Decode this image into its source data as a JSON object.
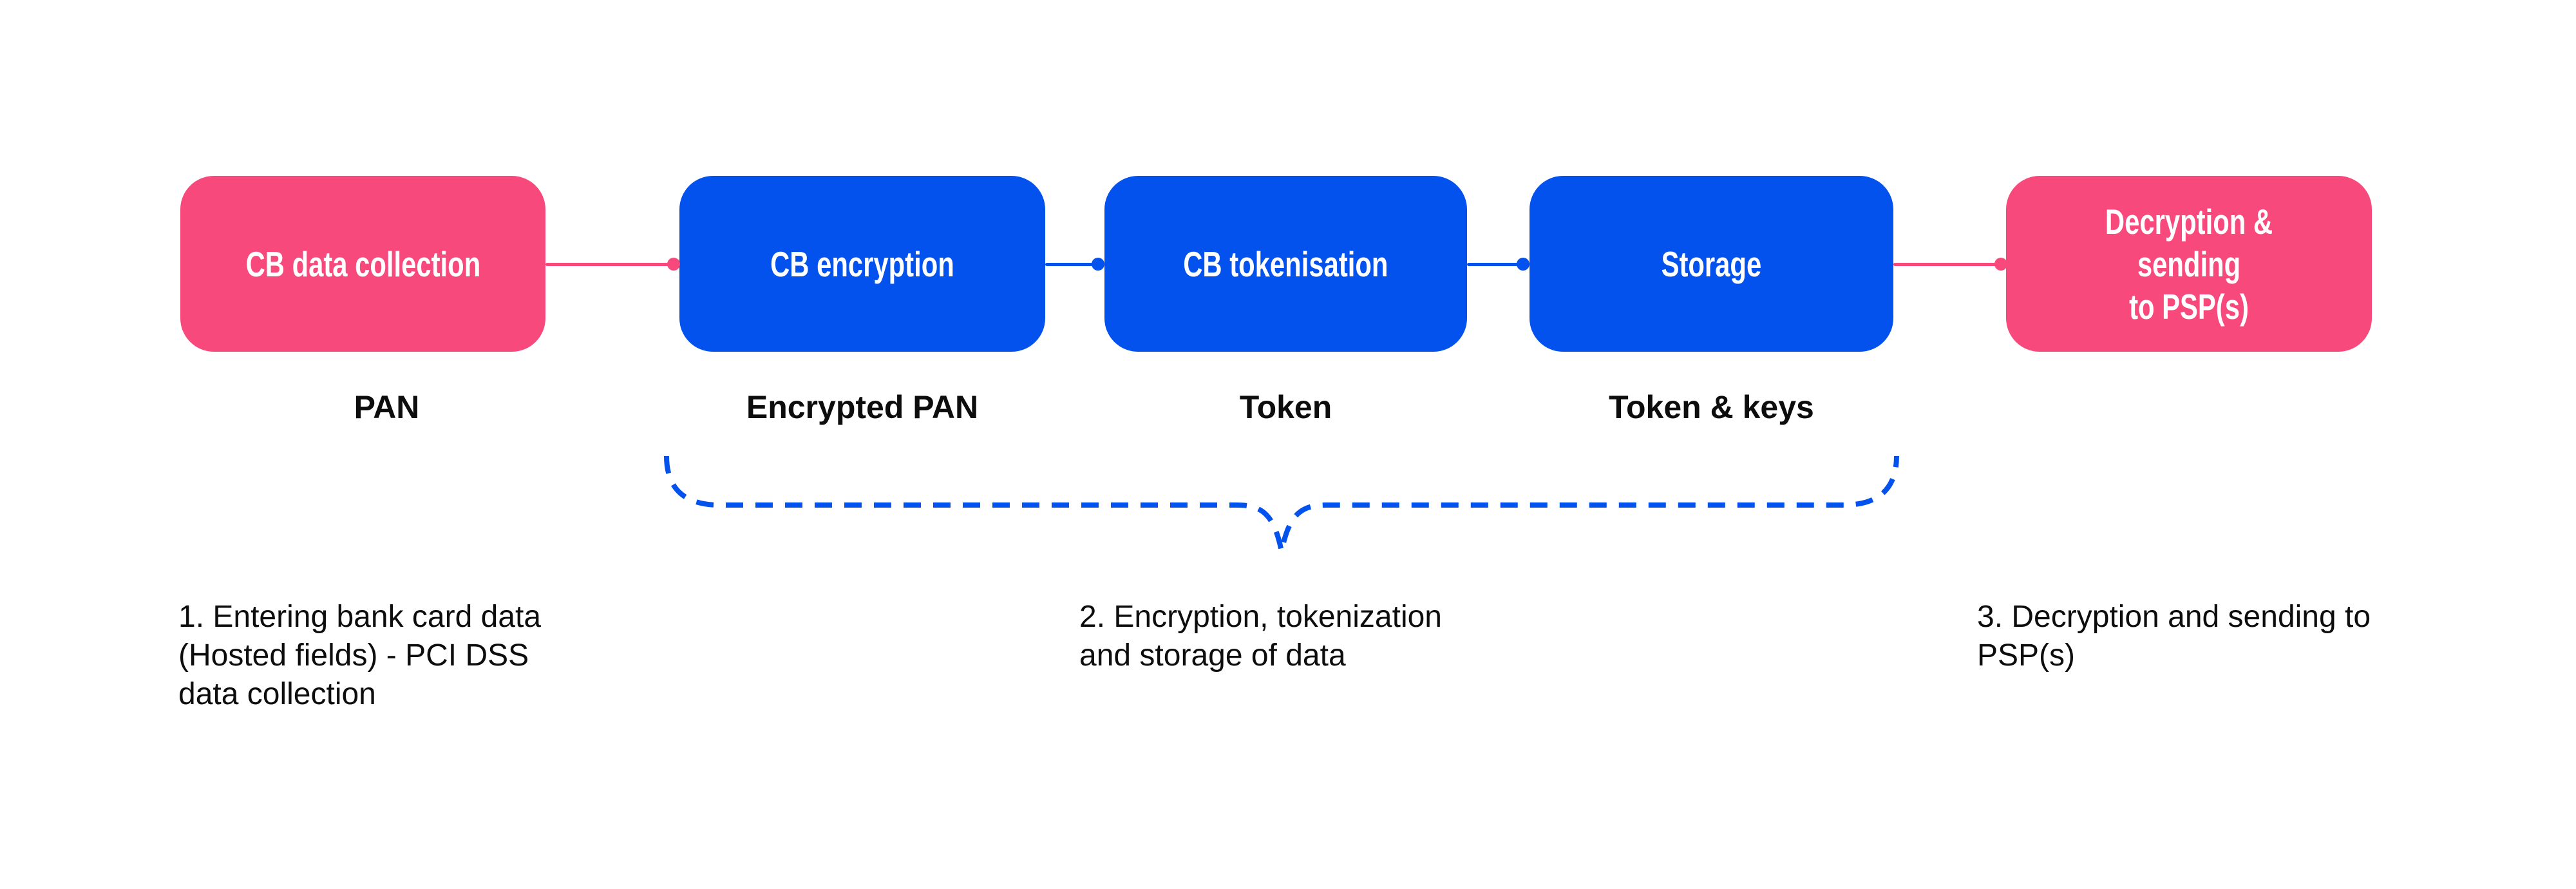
{
  "palette": {
    "pink": "#F8497C",
    "blue": "#0452EE",
    "white": "#FFFFFF",
    "text": "#0D0D0D"
  },
  "steps": [
    {
      "label": "CB data collection",
      "color": "pink",
      "data_label": "PAN"
    },
    {
      "label": "CB encryption",
      "color": "blue",
      "data_label": "Encrypted PAN"
    },
    {
      "label": "CB tokenisation",
      "color": "blue",
      "data_label": "Token"
    },
    {
      "label": "Storage",
      "color": "blue",
      "data_label": "Token & keys"
    },
    {
      "label": "Decryption & sending\nto PSP(s)",
      "color": "pink",
      "data_label": ""
    }
  ],
  "connectors": [
    {
      "from": "CB data collection",
      "to": "CB encryption",
      "color": "pink"
    },
    {
      "from": "CB encryption",
      "to": "CB tokenisation",
      "color": "blue"
    },
    {
      "from": "CB tokenisation",
      "to": "Storage",
      "color": "blue"
    },
    {
      "from": "Storage",
      "to": "Decryption & sending to PSP(s)",
      "color": "pink"
    }
  ],
  "brace": {
    "style": "dashed",
    "color": "blue",
    "spans_steps": [
      "CB encryption",
      "CB tokenisation",
      "Storage"
    ]
  },
  "annotations": [
    {
      "text": "1. Entering bank card data\n(Hosted fields) - PCI DSS\ndata collection"
    },
    {
      "text": "2. Encryption, tokenization\nand storage of data"
    },
    {
      "text": "3. Decryption and sending to\nPSP(s)"
    }
  ]
}
